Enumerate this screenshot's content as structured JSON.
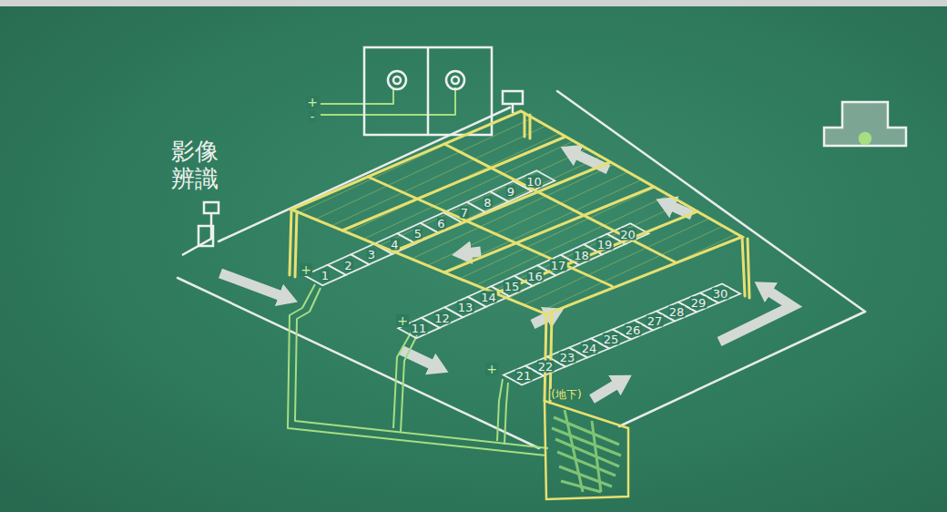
{
  "diagram": {
    "labels": [
      "影像辨識",
      "+",
      "-",
      "1",
      "2",
      "3",
      "4",
      "5",
      "6",
      "7",
      "8",
      "9",
      "10",
      "11",
      "12",
      "13",
      "14",
      "15",
      "16",
      "17",
      "18",
      "19",
      "20",
      "21",
      "22",
      "23",
      "24",
      "25",
      "26",
      "27",
      "28",
      "29",
      "30",
      "+",
      "+",
      "+",
      "(地下)"
    ]
  }
}
